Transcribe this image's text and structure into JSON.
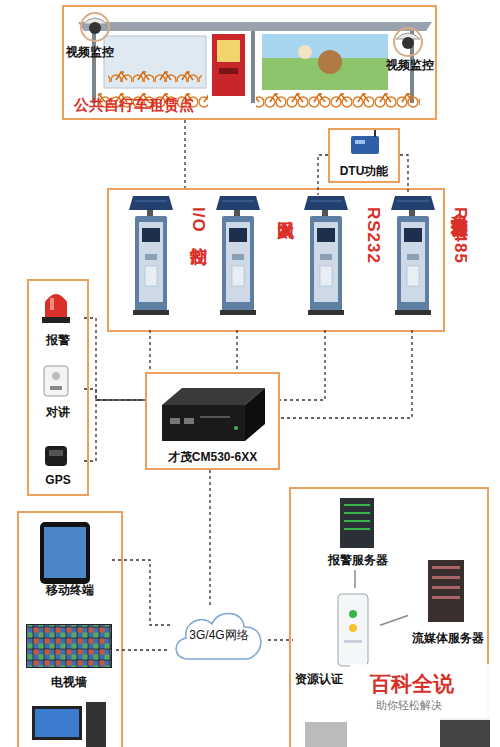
{
  "diagram": {
    "nodes": [
      {
        "text": [
          "公共自行车租赁点"
        ]
      },
      {
        "text": [
          "DTU功能"
        ]
      },
      {
        "text": [
          "租赁点管理器"
        ]
      },
      {
        "text": [
          "I/O控制"
        ],
        "in": 2
      },
      {
        "text": [
          "以太网"
        ],
        "in": 2
      },
      {
        "text": [
          "RS232"
        ],
        "in": 2
      },
      {
        "text": [
          "RS485"
        ],
        "in": 2
      },
      {
        "text": [
          "报警"
        ]
      },
      {
        "text": [
          "对讲"
        ]
      },
      {
        "text": [
          "GPS"
        ]
      },
      {
        "text": [
          "才茂CM530-6XX"
        ]
      },
      {
        "text": [
          "移动终端"
        ]
      },
      {
        "text": [
          "电视墙"
        ]
      },
      {
        "text": [
          "3G/4G网络"
        ]
      },
      {
        "text": [
          "报警服务器"
        ]
      },
      {
        "text": [
          "流媒体服务器"
        ]
      },
      {
        "text": [
          "资源认证"
        ]
      }
    ],
    "edges": [
      {
        "from": 0,
        "to": 2,
        "arrow": "none"
      },
      {
        "from": 1,
        "to": 5,
        "arrow": "none"
      },
      {
        "from": 1,
        "to": 6,
        "arrow": "none"
      },
      {
        "from": 3,
        "to": 10,
        "arrow": "none"
      },
      {
        "from": 4,
        "to": 10,
        "arrow": "none"
      },
      {
        "from": 5,
        "to": 10,
        "arrow": "none"
      },
      {
        "from": 6,
        "to": 10,
        "arrow": "none"
      },
      {
        "from": 7,
        "to": 10,
        "arrow": "none"
      },
      {
        "from": 8,
        "to": 10,
        "arrow": "none"
      },
      {
        "from": 9,
        "to": 10,
        "arrow": "none"
      },
      {
        "from": 10,
        "to": 13,
        "arrow": "none"
      },
      {
        "from": 11,
        "to": 13,
        "arrow": "none"
      },
      {
        "from": 12,
        "to": 13,
        "arrow": "none"
      },
      {
        "from": 13,
        "to": 16,
        "arrow": "none"
      },
      {
        "from": 16,
        "to": 14,
        "arrow": "none"
      },
      {
        "from": 16,
        "to": 15,
        "arrow": "none"
      }
    ],
    "labels": [
      "视频监控",
      "视频监控",
      "百科全说",
      "助你轻松解决"
    ]
  }
}
